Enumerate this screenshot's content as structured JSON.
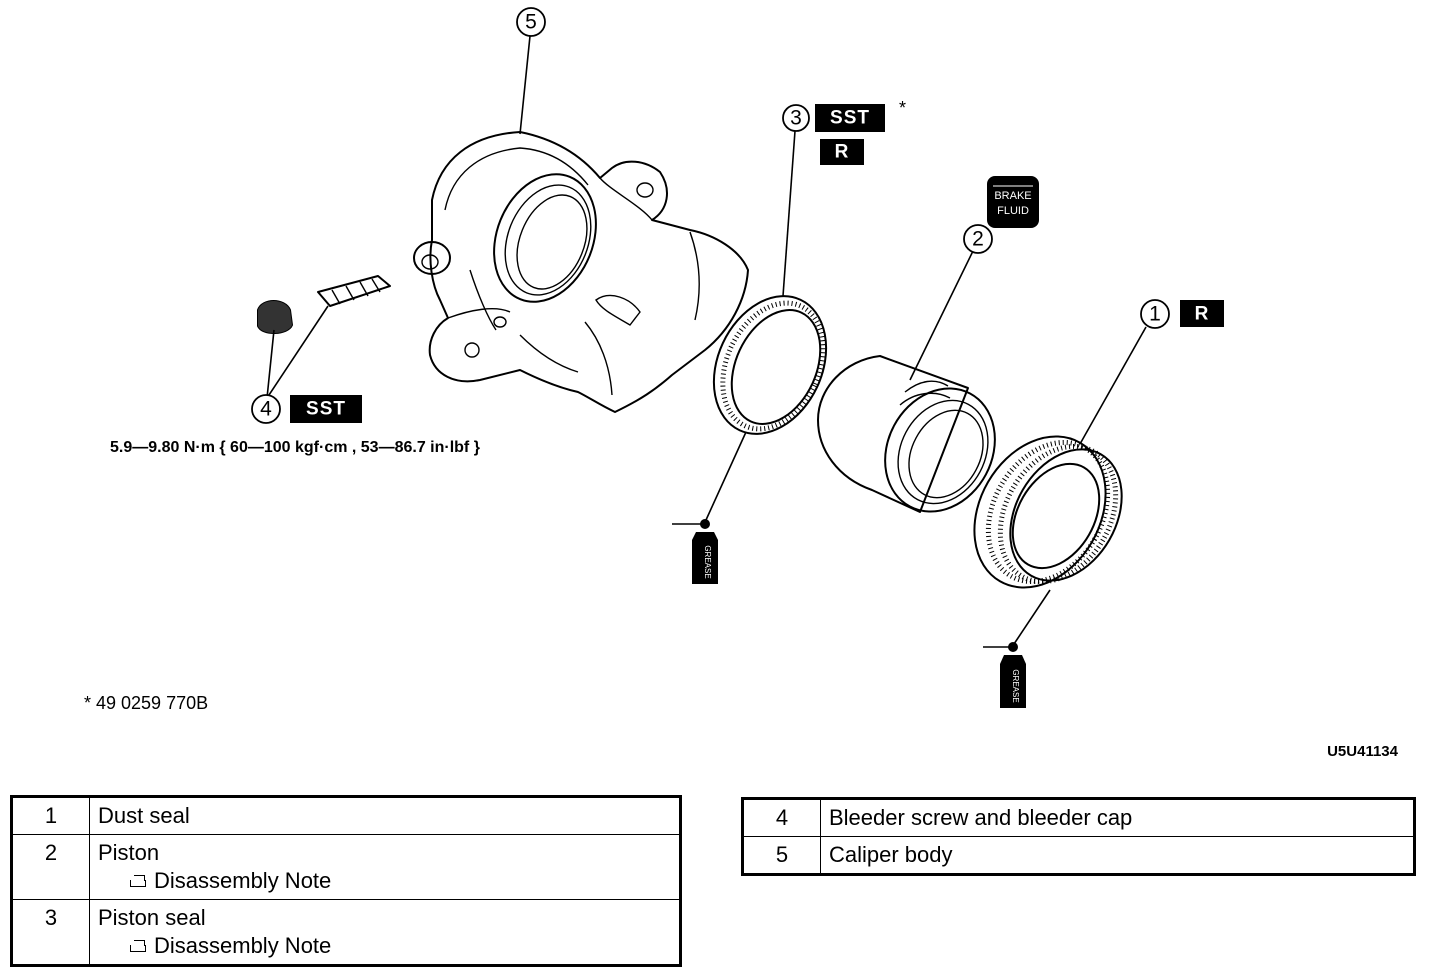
{
  "callouts": [
    {
      "number": "1",
      "badges": [
        "R"
      ]
    },
    {
      "number": "2",
      "badges": []
    },
    {
      "number": "3",
      "badges": [
        "SST",
        "R"
      ],
      "asterisk": "*"
    },
    {
      "number": "4",
      "badges": [
        "SST"
      ]
    },
    {
      "number": "5",
      "badges": []
    }
  ],
  "torque_spec": "5.9—9.80 N·m { 60—100 kgf·cm ,  53—86.7 in·lbf }",
  "brake_fluid_label": [
    "BRAKE",
    "FLUID"
  ],
  "grease_label": "GREASE",
  "footnote": "* 49 0259 770B",
  "figure_code": "U5U41134",
  "parts_left": [
    {
      "index": "1",
      "name": "Dust seal",
      "note": ""
    },
    {
      "index": "2",
      "name": "Piston",
      "note": "Disassembly Note"
    },
    {
      "index": "3",
      "name": "Piston seal",
      "note": "Disassembly Note"
    }
  ],
  "parts_right": [
    {
      "index": "4",
      "name": "Bleeder screw and bleeder cap"
    },
    {
      "index": "5",
      "name": "Caliper body"
    }
  ]
}
